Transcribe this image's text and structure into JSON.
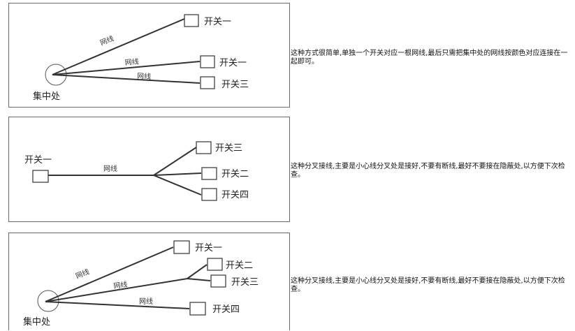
{
  "diagrams": [
    {
      "hub_label": "集中处",
      "wire_labels": [
        "网线",
        "网线",
        "网线"
      ],
      "switch_labels": [
        "开关一",
        "开关一",
        "开关三"
      ],
      "description": "这种方式很简单,单独一个开关对应一根网线,最后只需把集中处的网线按颜色对应连接在一起即可。"
    },
    {
      "source_label": "开关一",
      "wire_label": "网线",
      "switch_labels": [
        "开关三",
        "开关二",
        "开关四"
      ],
      "description": "这种分叉接线,主要是小心线分叉处是接好,不要有断线,最好不要接在隐蔽处,以方便下次检查。"
    },
    {
      "hub_label": "集中处",
      "wire_labels": [
        "网线",
        "网线",
        "网线"
      ],
      "switch_labels": [
        "开关一",
        "开关二",
        "开关三",
        "开关四"
      ],
      "description": "这种分叉接线,主要是小心线分叉处是接好,不要有断线,最好不要接在隐蔽处,以方便下次检查。"
    }
  ],
  "colors": {
    "line": "#333333",
    "border": "#6a6a6a",
    "text": "#222222"
  }
}
